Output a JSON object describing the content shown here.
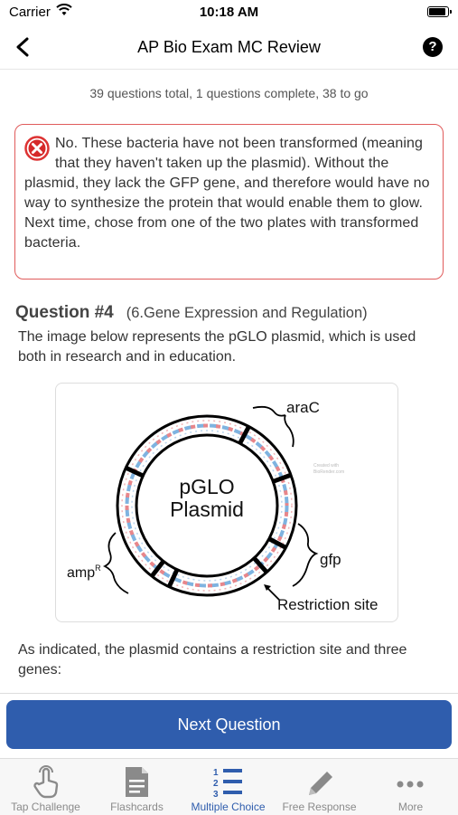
{
  "status_bar": {
    "carrier": "Carrier",
    "time": "10:18 AM"
  },
  "nav": {
    "title": "AP Bio Exam MC Review"
  },
  "progress": "39 questions total, 1 questions complete, 38 to go",
  "feedback": {
    "text": "No. These bacteria have not been transformed (meaning that they haven't taken up the plasmid). Without the plasmid, they lack the GFP gene, and therefore would have no way to synthesize the protein that would enable them to glow. Next time, chose from one of the two plates with transformed bacteria.",
    "status_color": "#e05b5b"
  },
  "question": {
    "number": "Question #4",
    "category": "(6.Gene Expression and Regulation)",
    "text": "The image below represents the pGLO plasmid, which is used both in research and in education."
  },
  "figure": {
    "center_line1": "pGLO",
    "center_line2": "Plasmid",
    "label_arac": "araC",
    "label_gfp": "gfp",
    "label_amp": "amp",
    "label_amp_sup": "R",
    "label_restriction": "Restriction site",
    "watermark_line1": "Created with",
    "watermark_line2": "BioRender.com"
  },
  "after_text": "As indicated, the plasmid contains a restriction site and three genes:",
  "next_button": {
    "label": "Next Question",
    "color": "#2f5dad"
  },
  "tabs": [
    {
      "label": "Tap Challenge",
      "icon": "tap-hand-icon",
      "active": false
    },
    {
      "label": "Flashcards",
      "icon": "flashcard-icon",
      "active": false
    },
    {
      "label": "Multiple Choice",
      "icon": "numbered-list-icon",
      "active": true
    },
    {
      "label": "Free Response",
      "icon": "pencil-icon",
      "active": false
    },
    {
      "label": "More",
      "icon": "more-dots-icon",
      "active": false
    }
  ]
}
